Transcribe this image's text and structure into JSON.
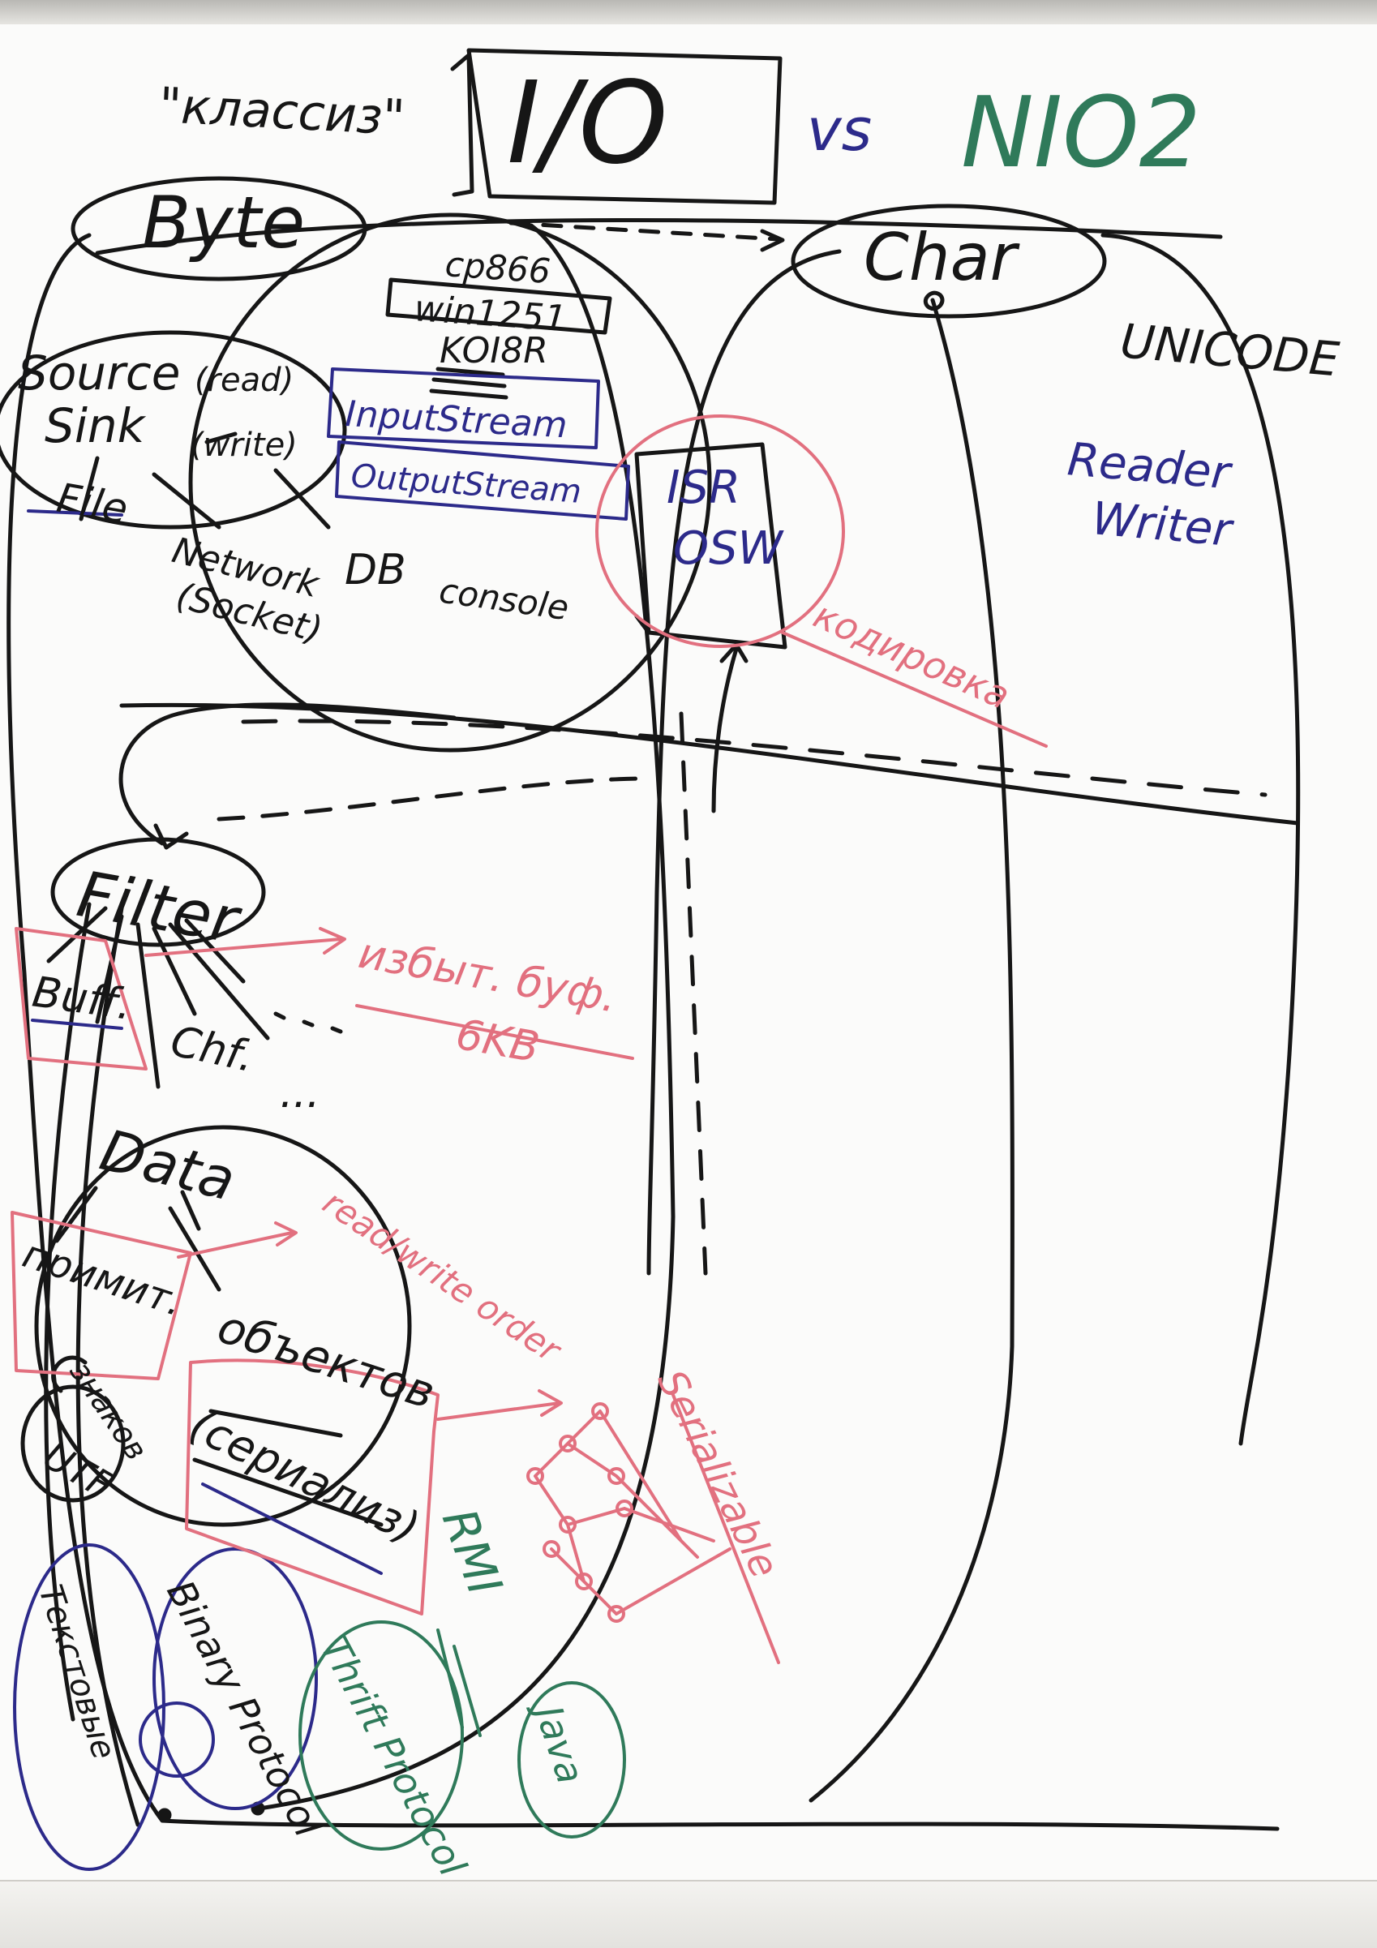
{
  "palette": {
    "paper": "#fbfbfa",
    "black": "#161616",
    "blue": "#2c2a8a",
    "red": "#e2707f",
    "green": "#2f7a5a"
  },
  "heading": {
    "klassika": "\"классиз\"",
    "io": "I/O",
    "vs": "vs",
    "nio2": "NIO2"
  },
  "byte_side": {
    "byte": "Byte",
    "cp866": "cp866",
    "win1251": "win1251",
    "koi8r": "KOI8R",
    "source": "Source",
    "read": "(read)",
    "sink": "Sink",
    "write": "(write)",
    "file": "File",
    "network": "Network",
    "socket": "(Socket)",
    "db": "DB",
    "console": "console",
    "inputstream": "InputStream",
    "outputstream": "OutputStream"
  },
  "char_side": {
    "char": "Char",
    "unicode": "UNICODE",
    "reader": "Reader",
    "writer": "Writer",
    "isr": "ISR",
    "osw": "OSW",
    "kodirovka": "кодировка"
  },
  "filter_side": {
    "filter": "Filter",
    "buff": "Buff.",
    "chf": "Chf.",
    "dots": "...",
    "izbyt": "избыт. буф.",
    "size": "6KB",
    "data": "Data",
    "primit": "примит.",
    "objects": "объектов",
    "serializ": "(сериализ)",
    "read_write_order": "read/write order",
    "serializable": "Serializable",
    "znakov": "знаков",
    "utf": "UTF"
  },
  "protocols": {
    "binary_protocol": "Binary Protocol",
    "textovye": "Текстовые",
    "thrift_protocol": "Thrift Protocol",
    "rmi": "RMI",
    "java": "Java"
  }
}
